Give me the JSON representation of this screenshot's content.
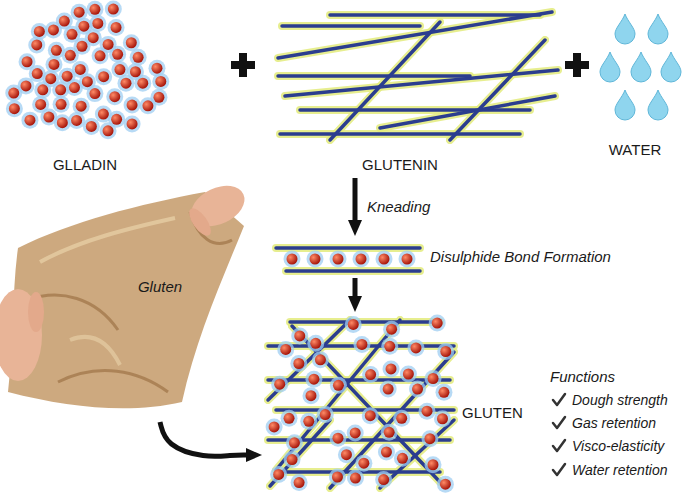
{
  "diagram": {
    "nodes": [
      {
        "text": [
          "GLLADIN"
        ]
      },
      {
        "text": [
          "GLUTENIN"
        ]
      },
      {
        "text": [
          "WATER"
        ]
      },
      {
        "text": [
          "Gluten"
        ]
      },
      {
        "text": [
          "Disulphide Bond Formation"
        ]
      },
      {
        "text": [
          "GLUTEN"
        ]
      }
    ],
    "edges": [
      {
        "from": 1,
        "to": 4,
        "arrow": "to",
        "label": "Kneading"
      },
      {
        "from": 4,
        "to": 5,
        "arrow": "to"
      },
      {
        "from": 3,
        "to": 5,
        "arrow": "to"
      }
    ],
    "labels": [
      "Functions",
      "Dough strength",
      "Gas retention",
      "Visco-elasticity",
      "Water retention"
    ]
  }
}
